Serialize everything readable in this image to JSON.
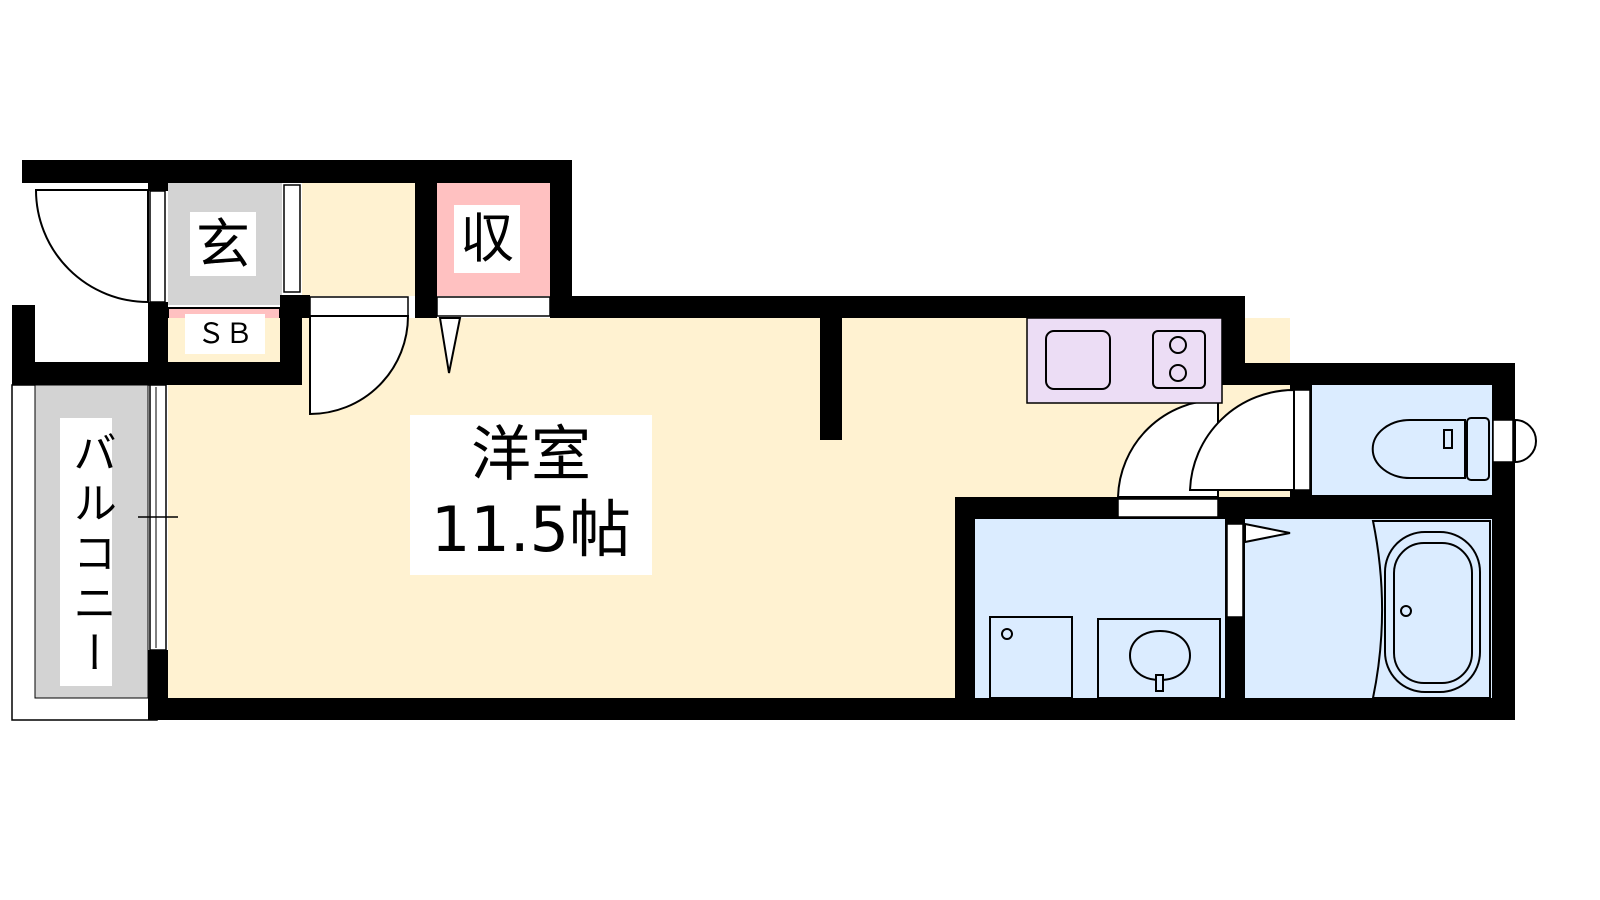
{
  "floorplan": {
    "rooms": {
      "entrance": "玄",
      "shoe_box": "ＳＢ",
      "storage": "収",
      "western_room": "洋室",
      "western_room_size": "11.5帖",
      "balcony": "バルコニー"
    },
    "colors": {
      "wall": "#000000",
      "room": "#fff2d1",
      "entrance": "#d3d3d3",
      "storage": "#ffc1c1",
      "kitchen": "#ecddf5",
      "wet_area": "#dbecff",
      "balcony": "#d3d3d3"
    }
  }
}
